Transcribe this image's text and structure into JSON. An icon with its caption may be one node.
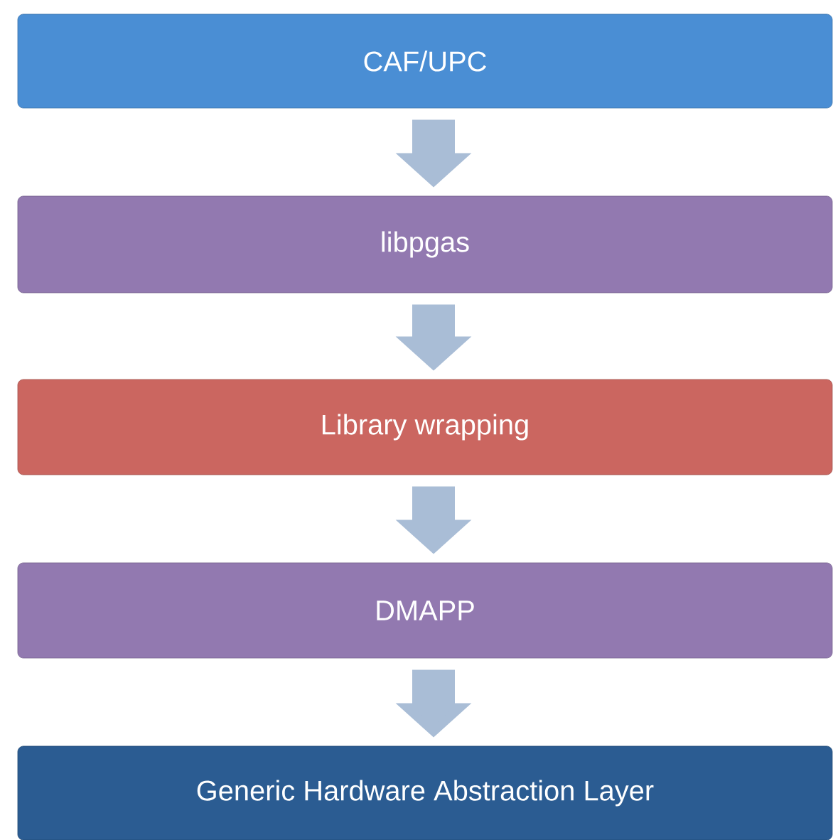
{
  "diagram": {
    "nodes": [
      {
        "text": [
          "CAF/UPC"
        ]
      },
      {
        "text": [
          "libpgas"
        ]
      },
      {
        "text": [
          "Library wrapping"
        ]
      },
      {
        "text": [
          "DMAPP"
        ]
      },
      {
        "text": [
          "Generic Hardware Abstraction Layer"
        ]
      }
    ],
    "edges": [
      {
        "from": 0,
        "to": 1,
        "arrow": "to"
      },
      {
        "from": 1,
        "to": 2,
        "arrow": "to"
      },
      {
        "from": 2,
        "to": 3,
        "arrow": "to"
      },
      {
        "from": 3,
        "to": 4,
        "arrow": "to"
      }
    ]
  }
}
